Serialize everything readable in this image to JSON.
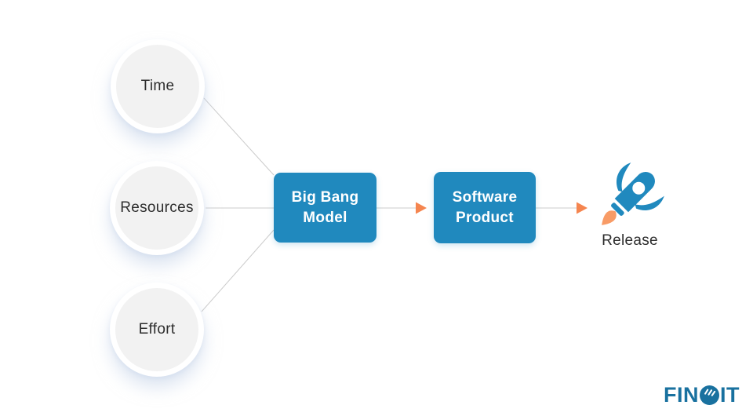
{
  "palette": {
    "box_blue": "#2089be",
    "arrow_orange": "#f5854f",
    "flame_orange": "#f89b66",
    "node_fill": "#f2f2f2",
    "line_gray": "#cccccc",
    "text_dark": "#2d2d2d",
    "logo_blue": "#19719f"
  },
  "nodes": {
    "inputs": [
      {
        "label": "Time"
      },
      {
        "label": "Resources"
      },
      {
        "label": "Effort"
      }
    ]
  },
  "process_box": {
    "line1": "Big Bang",
    "line2": "Model"
  },
  "product_box": {
    "line1": "Software",
    "line2": "Product"
  },
  "release": {
    "label": "Release"
  },
  "logo": {
    "text_before": "FIN",
    "text_after": "IT"
  },
  "icons": {
    "flow_arrow": "arrow-right-icon",
    "release": "rocket-icon",
    "logo_o": "gripped-ball-icon"
  }
}
